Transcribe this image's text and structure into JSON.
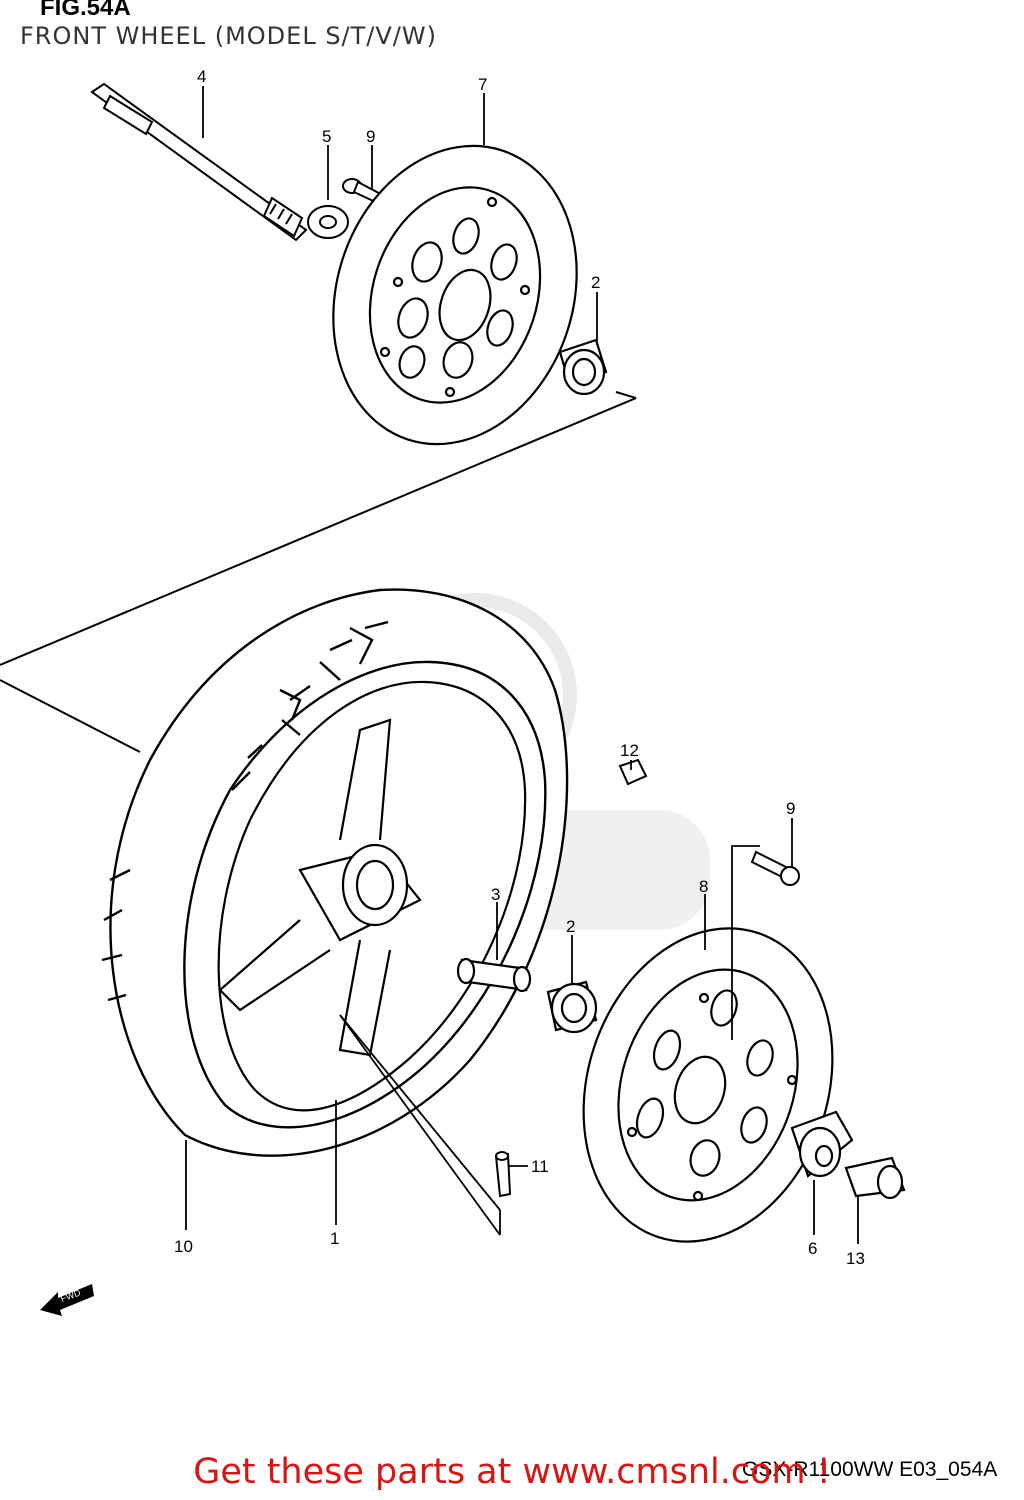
{
  "header": {
    "figure_title": "FIG.54A",
    "subtitle": "FRONT WHEEL (MODEL S/T/V/W)"
  },
  "parts": [
    {
      "number": "1"
    },
    {
      "number": "2"
    },
    {
      "number": "2"
    },
    {
      "number": "3"
    },
    {
      "number": "4"
    },
    {
      "number": "5"
    },
    {
      "number": "6"
    },
    {
      "number": "7"
    },
    {
      "number": "8"
    },
    {
      "number": "9"
    },
    {
      "number": "9"
    },
    {
      "number": "10"
    },
    {
      "number": "11"
    },
    {
      "number": "12"
    },
    {
      "number": "13"
    }
  ],
  "fwd_label": "FWD",
  "footer": {
    "reference_code": "GSX-R1100WW  E03_054A",
    "ad_text": "Get these parts at www.cmsnl.com !"
  },
  "colors": {
    "line": "#000000",
    "ad_text": "#d81414",
    "watermark": "#d9d9d9"
  }
}
